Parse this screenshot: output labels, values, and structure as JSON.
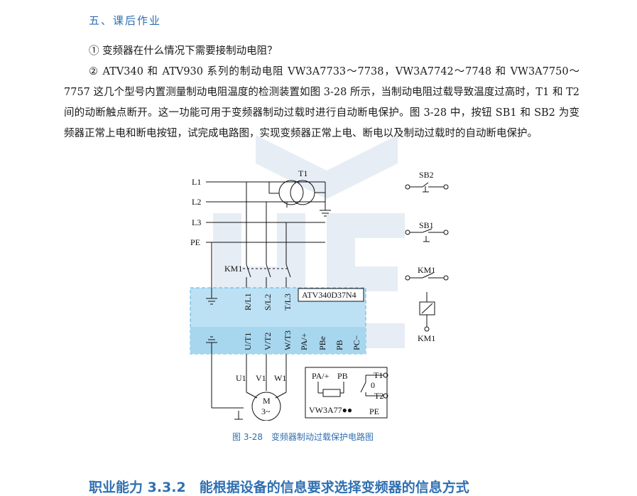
{
  "section_title": "五、课后作业",
  "questions": [
    "① 变频器在什么情况下需要接制动电阻？",
    "② ATV340 和 ATV930 系列的制动电阻 VW3A7733～7738，VW3A7742～7748 和 VW3A7750～7757 这几个型号内置测量制动电阻温度的检测装置如图 3-28 所示，当制动电阻过载导致温度过高时，T1 和 T2 间的动断触点断开。这一功能可用于变频器制动过载时进行自动断电保护。图 3-28 中，按钮 SB1 和 SB2 为变频器正常上电和断电按钮，试完成电路图，实现变频器正常上电、断电以及制动过载时的自动断电保护。"
  ],
  "diagram": {
    "lines": [
      "L1",
      "L2",
      "L3",
      "PE"
    ],
    "transformer": "T1",
    "contactor": "KM1",
    "drive_model": "ATV340D37N4",
    "input_terminals": [
      "R/L1",
      "S/L2",
      "T/L3"
    ],
    "output_terminals": [
      "U/T1",
      "V/T2",
      "W/T3",
      "PA/+",
      "PBe",
      "PB",
      "PC−"
    ],
    "motor_leads": [
      "U1",
      "V1",
      "W1"
    ],
    "motor_label": "M",
    "motor_phase": "3~",
    "buttons": [
      "SB2",
      "SB1"
    ],
    "coil": "KM1",
    "coil_contact": "KM1",
    "resistor": {
      "pa": "PA/+",
      "pb": "PB",
      "t1": "T1",
      "t2": "T2",
      "zero": "0",
      "model": "VW3A77●●",
      "pe": "PE"
    }
  },
  "figure_caption": "图 3-28　变频器制动过载保护电路图",
  "bottom_heading": "职业能力 3.3.2　能根据设备的信息要求选择变频器的信息方式",
  "colors": {
    "accent": "#2f6fb1",
    "drive_fill": "#bde1f4",
    "drive_border": "#5aaedb"
  }
}
